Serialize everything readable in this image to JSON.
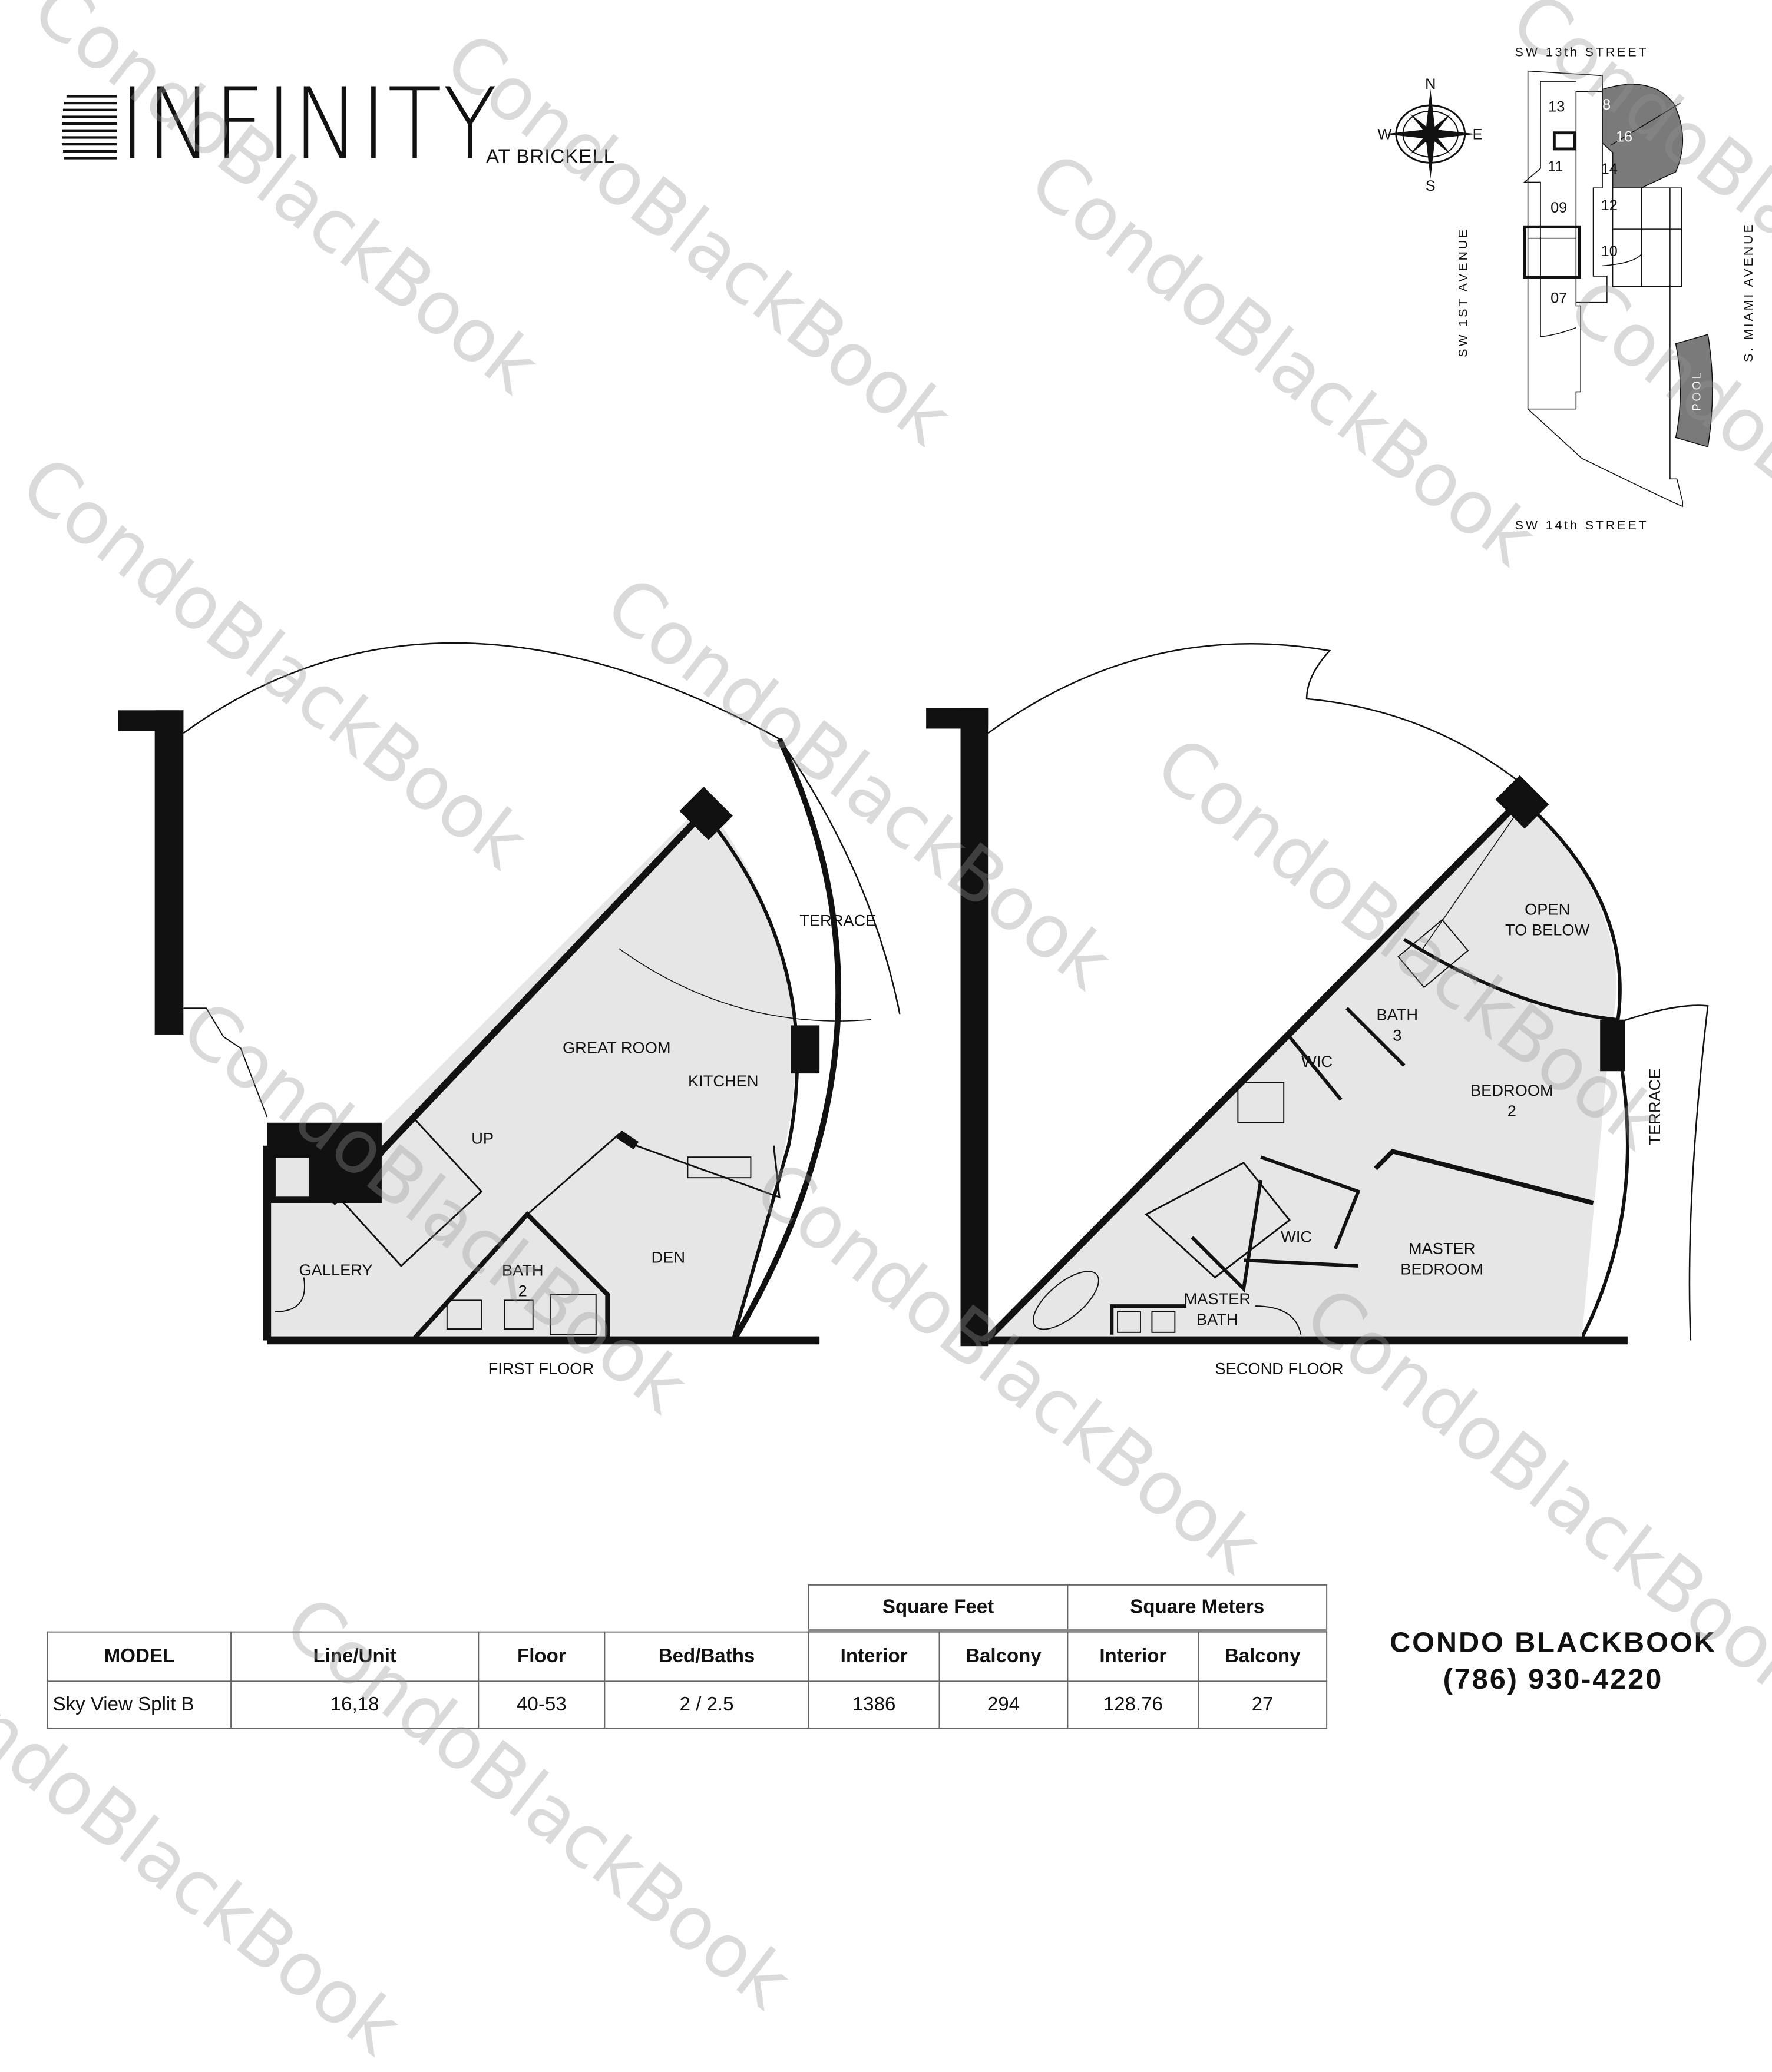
{
  "logo": {
    "title": "INFINITY",
    "subtitle": "AT BRICKELL"
  },
  "site_map": {
    "streets": {
      "north": "SW 13th STREET",
      "south": "SW 14th STREET",
      "west": "SW 1ST AVENUE",
      "east": "S. MIAMI AVENUE"
    },
    "compass": {
      "n": "N",
      "s": "S",
      "e": "E",
      "w": "W"
    },
    "units": [
      "13",
      "18",
      "16",
      "11",
      "14",
      "09",
      "12",
      "10",
      "07"
    ],
    "highlighted_units": [
      "18",
      "16"
    ],
    "pool": "POOL",
    "highlight_color": "#7a7a7a"
  },
  "first_floor": {
    "caption": "FIRST FLOOR",
    "rooms": {
      "terrace": "TERRACE",
      "great_room": "GREAT ROOM",
      "kitchen": "KITCHEN",
      "up": "UP",
      "gallery": "GALLERY",
      "bath": "BATH\n2",
      "den": "DEN"
    }
  },
  "second_floor": {
    "caption": "SECOND FLOOR",
    "rooms": {
      "open": "OPEN\nTO BELOW",
      "bath3": "BATH\n3",
      "wic1": "WIC",
      "bedroom2": "BEDROOM\n2",
      "terrace": "TERRACE",
      "wic2": "WIC",
      "master_bedroom": "MASTER\nBEDROOM",
      "master_bath": "MASTER\nBATH"
    }
  },
  "table": {
    "group_headers": [
      "Square Feet",
      "Square Meters"
    ],
    "headers": [
      "MODEL",
      "Line/Unit",
      "Floor",
      "Bed/Baths",
      "Interior",
      "Balcony",
      "Interior",
      "Balcony"
    ],
    "row": [
      "Sky View Split B",
      "16,18",
      "40-53",
      "2 / 2.5",
      "1386",
      "294",
      "128.76",
      "27"
    ]
  },
  "brand": {
    "name_light": "CONDO",
    "name_bold": "BLACKBOOK",
    "phone": "(786) 930-4220"
  },
  "watermark": "CondoBlackBook",
  "colors": {
    "floor_fill": "#e6e6e6",
    "wall": "#111111",
    "watermark": "#c8c8c8"
  }
}
